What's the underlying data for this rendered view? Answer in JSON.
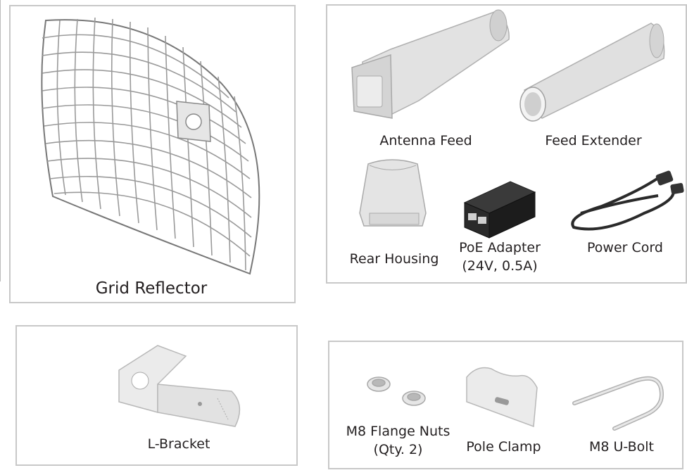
{
  "items": {
    "grid_reflector": "Grid Reflector",
    "antenna_feed": "Antenna Feed",
    "feed_extender": "Feed Extender",
    "rear_housing": "Rear Housing",
    "poe_adapter": "PoE Adapter",
    "poe_adapter_spec": "(24V, 0.5A)",
    "power_cord": "Power Cord",
    "l_bracket": "L-Bracket",
    "m8_flange_nuts": "M8 Flange Nuts",
    "m8_flange_nuts_qty": "(Qty. 2)",
    "pole_clamp": "Pole Clamp",
    "m8_u_bolt": "M8 U-Bolt"
  }
}
